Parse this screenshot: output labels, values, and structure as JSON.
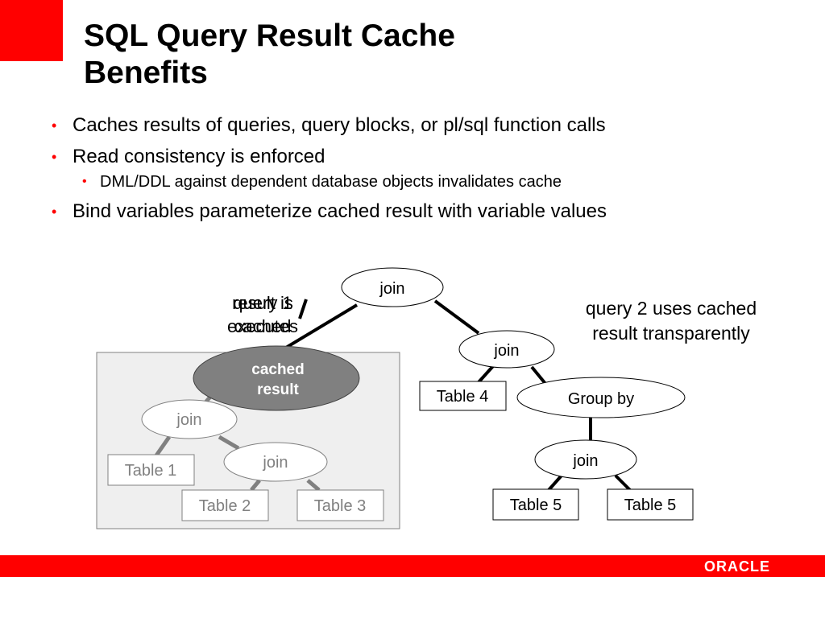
{
  "title": {
    "line1": "SQL Query Result Cache",
    "line2": "Benefits"
  },
  "bullets": [
    {
      "text": "Caches results of queries, query blocks, or pl/sql function calls",
      "level": 1
    },
    {
      "text": "Read consistency is enforced",
      "level": 1
    },
    {
      "text": "DML/DDL against dependent database objects invalidates cache",
      "level": 2
    },
    {
      "text": "Bind variables parameterize cached result with variable values",
      "level": 1
    }
  ],
  "diagram": {
    "query1_label": {
      "line1": "query 1",
      "line2": "executes"
    },
    "query1_overlay_label": {
      "line1": "result is",
      "line2": "cached"
    },
    "query2_label": {
      "line1": "query 2 uses cached",
      "line2": "result transparently"
    },
    "cached_result": {
      "line1": "cached",
      "line2": "result"
    },
    "query2_tree": {
      "top_join": "join",
      "mid_join": "join",
      "table4": "Table 4",
      "group_by": "Group by",
      "bottom_join": "join",
      "table5_left": "Table 5",
      "table5_right": "Table 5"
    },
    "cached_subtree": {
      "join_upper": "join",
      "join_lower": "join",
      "table1": "Table 1",
      "table2": "Table 2",
      "table3": "Table 3"
    }
  },
  "colors": {
    "accent_red": "#ff0000",
    "bullet_red": "#ff0000",
    "cached_region_bg": "#efefef",
    "cached_result_fill": "#808080",
    "dim_text": "#808080"
  },
  "footer": {
    "logo_text": "ORACLE"
  }
}
